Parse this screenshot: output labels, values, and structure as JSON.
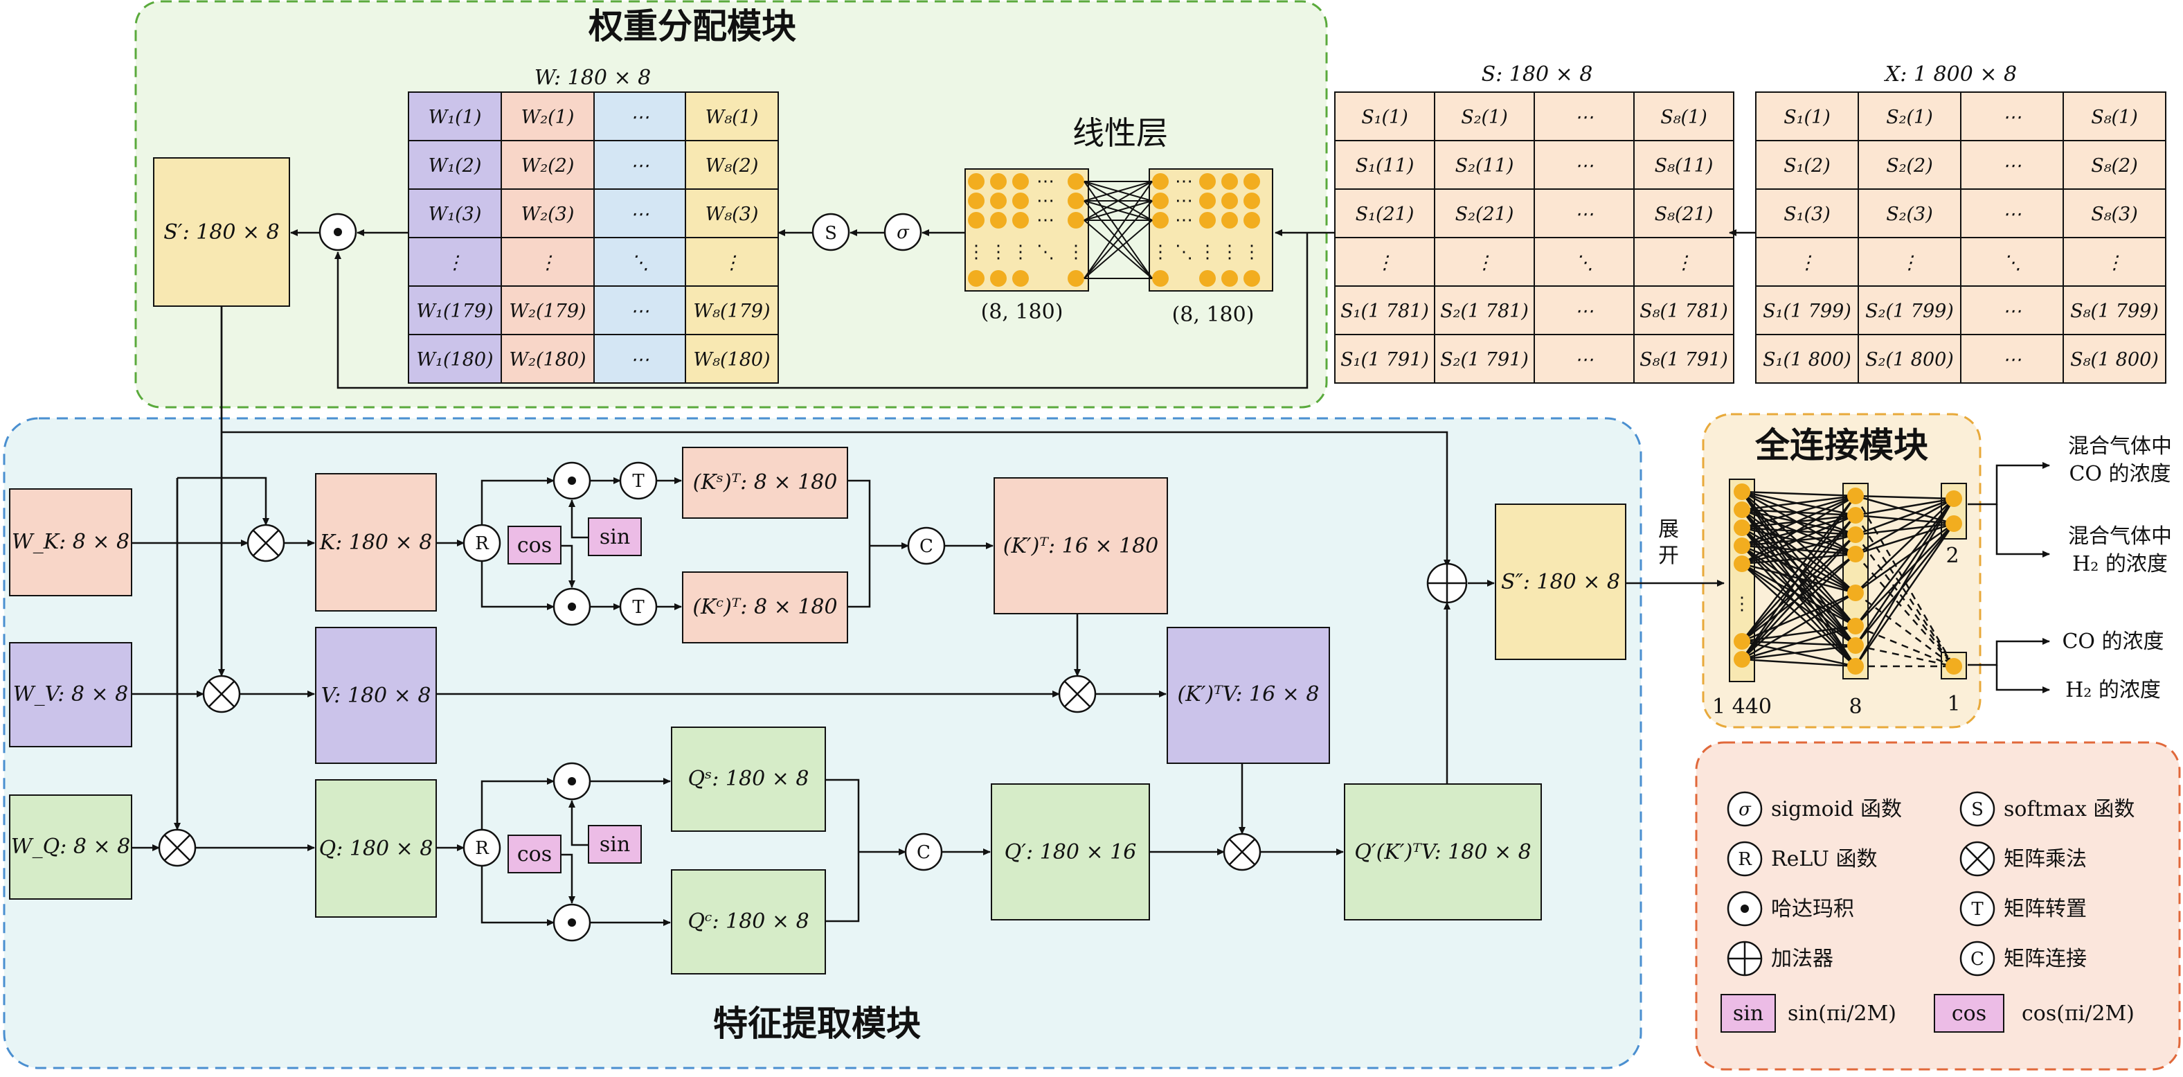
{
  "colors": {
    "green_module_bg": "#edf7e6",
    "green_module_border": "#5aaa3c",
    "blue_module_bg": "#e8f5f6",
    "blue_module_border": "#4a8fd0",
    "orange_module_bg": "#fbefd8",
    "orange_module_border": "#e8a93a",
    "legend_bg": "#fbe6dc",
    "legend_border": "#e0683a",
    "salmon": "#f8d6c8",
    "purple": "#cbc3ea",
    "green": "#d6ecc8",
    "yellow": "#f8e8b2",
    "light_blue": "#d4e6f4",
    "peach": "#fce6d2",
    "pink": "#ecbce6",
    "neuron": "#f2ad1f"
  },
  "modules": {
    "weight": "权重分配模块",
    "feature": "特征提取模块",
    "fc": "全连接模块"
  },
  "linear_layer": {
    "title": "线性层",
    "in_shape": "(8, 180)",
    "out_shape": "(8, 180)"
  },
  "w_table": {
    "title": "W: 180 × 8",
    "rows": [
      [
        "W₁(1)",
        "W₂(1)",
        "⋯",
        "W₈(1)"
      ],
      [
        "W₁(2)",
        "W₂(2)",
        "⋯",
        "W₈(2)"
      ],
      [
        "W₁(3)",
        "W₂(3)",
        "⋯",
        "W₈(3)"
      ],
      [
        "⋮",
        "⋮",
        "⋱",
        "⋮"
      ],
      [
        "W₁(179)",
        "W₂(179)",
        "⋯",
        "W₈(179)"
      ],
      [
        "W₁(180)",
        "W₂(180)",
        "⋯",
        "W₈(180)"
      ]
    ]
  },
  "s_table": {
    "title": "S: 180 × 8",
    "rows": [
      [
        "S₁(1)",
        "S₂(1)",
        "⋯",
        "S₈(1)"
      ],
      [
        "S₁(11)",
        "S₂(11)",
        "⋯",
        "S₈(11)"
      ],
      [
        "S₁(21)",
        "S₂(21)",
        "⋯",
        "S₈(21)"
      ],
      [
        "⋮",
        "⋮",
        "⋱",
        "⋮"
      ],
      [
        "S₁(1 781)",
        "S₂(1 781)",
        "⋯",
        "S₈(1 781)"
      ],
      [
        "S₁(1 791)",
        "S₂(1 791)",
        "⋯",
        "S₈(1 791)"
      ]
    ]
  },
  "x_table": {
    "title": "X: 1 800 × 8",
    "rows": [
      [
        "S₁(1)",
        "S₂(1)",
        "⋯",
        "S₈(1)"
      ],
      [
        "S₁(2)",
        "S₂(2)",
        "⋯",
        "S₈(2)"
      ],
      [
        "S₁(3)",
        "S₂(3)",
        "⋯",
        "S₈(3)"
      ],
      [
        "⋮",
        "⋮",
        "⋱",
        "⋮"
      ],
      [
        "S₁(1 799)",
        "S₂(1 799)",
        "⋯",
        "S₈(1 799)"
      ],
      [
        "S₁(1 800)",
        "S₂(1 800)",
        "⋯",
        "S₈(1 800)"
      ]
    ]
  },
  "ops": {
    "softmax": "S",
    "sigmoid": "σ",
    "relu": "R",
    "transpose": "T",
    "concat": "C"
  },
  "boxes": {
    "s_prime": "S′: 180 × 8",
    "wk": "W_K: 8 × 8",
    "wv": "W_V: 8 × 8",
    "wq": "W_Q: 8 × 8",
    "k": "K: 180 × 8",
    "v": "V: 180 × 8",
    "q": "Q: 180 × 8",
    "ks": "(Kˢ)ᵀ: 8 × 180",
    "kc": "(Kᶜ)ᵀ: 8 × 180",
    "kprime": "(K′)ᵀ: 16 × 180",
    "kv": "(K′)ᵀV: 16 × 8",
    "qs": "Qˢ: 180 × 8",
    "qc": "Qᶜ: 180 × 8",
    "qprime": "Q′: 180 × 16",
    "qkv": "Q′(K′)ᵀV: 180 × 8",
    "s_dprime": "S″: 180 × 8",
    "sin": "sin",
    "cos": "cos"
  },
  "flatten_label": [
    "展",
    "开"
  ],
  "fc": {
    "layer_sizes": [
      "1 440",
      "8",
      "2",
      "1"
    ],
    "outputs": [
      "混合气体中",
      "CO 的浓度",
      "混合气体中",
      "H₂ 的浓度",
      "CO 的浓度",
      "H₂ 的浓度"
    ]
  },
  "legend": {
    "sigmoid": "sigmoid 函数",
    "softmax": "softmax 函数",
    "relu": "ReLU 函数",
    "matmul": "矩阵乘法",
    "hadamard": "哈达玛积",
    "transpose": "矩阵转置",
    "adder": "加法器",
    "concat": "矩阵连接",
    "sin_formula": "sin(πi/2M)",
    "cos_formula": "cos(πi/2M)"
  }
}
